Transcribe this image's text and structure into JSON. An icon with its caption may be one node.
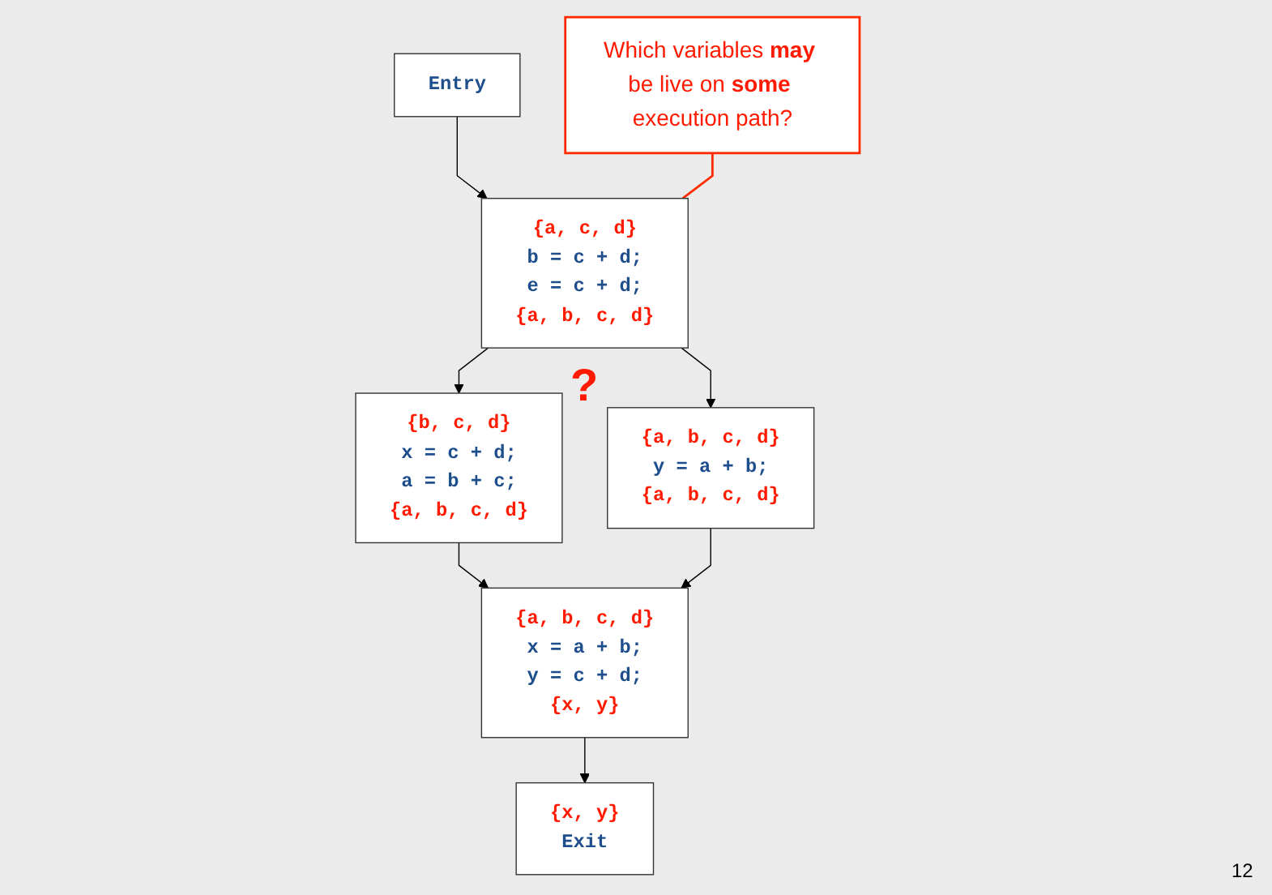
{
  "diagram": {
    "nodes": [
      {
        "text": [
          "Entry"
        ]
      },
      {
        "text": [
          "{a, c, d}",
          "b = c + d;",
          "e = c + d;",
          "{a, b, c, d}"
        ]
      },
      {
        "text": [
          "{b, c, d}",
          "x = c + d;",
          "a = b + c;",
          "{a, b, c, d}"
        ]
      },
      {
        "text": [
          "{a, b, c, d}",
          "y = a + b;",
          "{a, b, c, d}"
        ]
      },
      {
        "text": [
          "{a, b, c, d}",
          "x = a + b;",
          "y = c + d;",
          "{x, y}"
        ]
      },
      {
        "text": [
          "{x, y}",
          "Exit"
        ]
      },
      {
        "text": [
          "Which variables **may** be live on **some** execution path?"
        ]
      }
    ],
    "edges": [
      {
        "from": 0,
        "to": 1,
        "arrow": "to"
      },
      {
        "from": 1,
        "to": 2,
        "arrow": "to"
      },
      {
        "from": 1,
        "to": 3,
        "arrow": "to"
      },
      {
        "from": 2,
        "to": 4,
        "arrow": "to"
      },
      {
        "from": 3,
        "to": 4,
        "arrow": "to"
      },
      {
        "from": 4,
        "to": 5,
        "arrow": "to"
      },
      {
        "from": 6,
        "to": 1,
        "arrow": "none",
        "color": "#ff2a00"
      }
    ],
    "labels": [
      "?",
      "12"
    ]
  }
}
